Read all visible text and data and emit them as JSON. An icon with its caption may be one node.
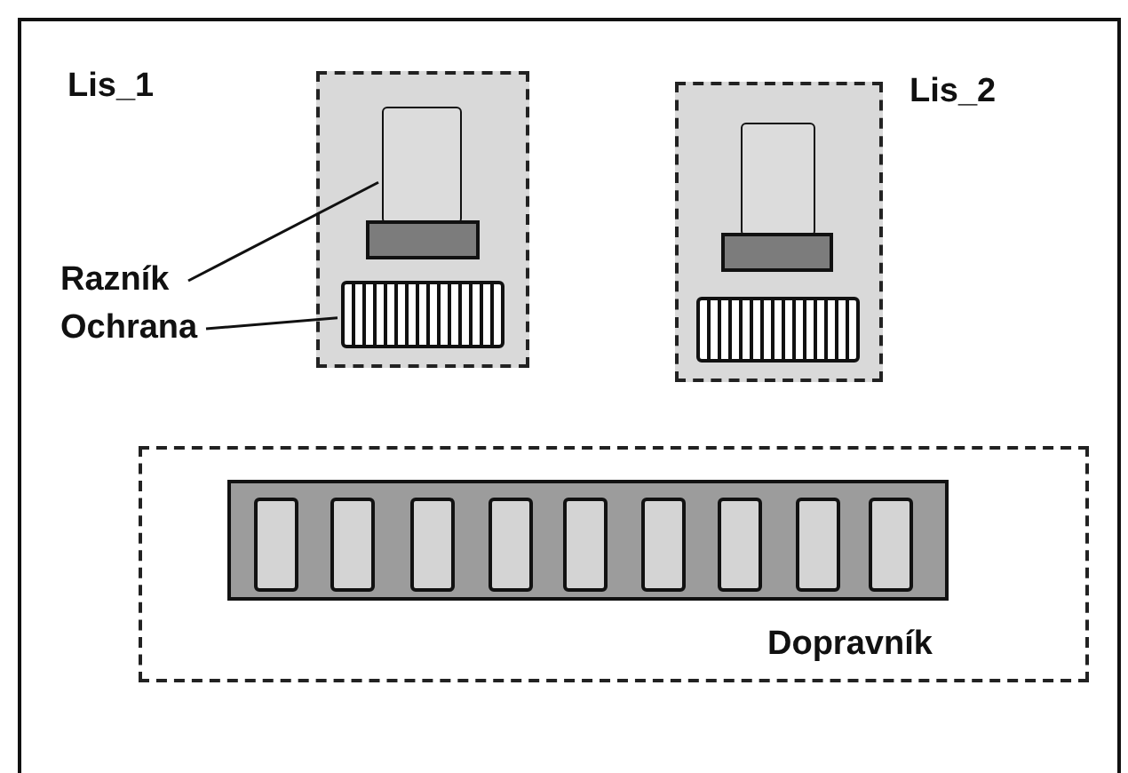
{
  "diagram": {
    "nodes": [
      {
        "text": [
          "Lis_1"
        ]
      },
      {
        "text": [],
        "shape": "box",
        "in": 0
      },
      {
        "text": [],
        "shape": "bar",
        "in": 0
      },
      {
        "text": [],
        "shape": "box",
        "in": 0
      },
      {
        "text": [
          "Razník"
        ]
      },
      {
        "text": [
          "Ochrana"
        ]
      },
      {
        "text": [
          "Lis_2"
        ]
      },
      {
        "text": [],
        "shape": "box",
        "in": 6
      },
      {
        "text": [],
        "shape": "bar",
        "in": 6
      },
      {
        "text": [],
        "shape": "box",
        "in": 6
      },
      {
        "text": [
          "Dopravník"
        ]
      },
      {
        "text": [],
        "shape": "bar",
        "in": 10
      },
      {
        "text": [],
        "shape": "box",
        "in": 11
      },
      {
        "text": [],
        "shape": "box",
        "in": 11
      },
      {
        "text": [],
        "shape": "box",
        "in": 11
      },
      {
        "text": [],
        "shape": "box",
        "in": 11
      },
      {
        "text": [],
        "shape": "box",
        "in": 11
      },
      {
        "text": [],
        "shape": "box",
        "in": 11
      },
      {
        "text": [],
        "shape": "box",
        "in": 11
      },
      {
        "text": [],
        "shape": "box",
        "in": 11
      },
      {
        "text": [],
        "shape": "box",
        "in": 11
      }
    ],
    "edges": [
      {
        "from": 4,
        "to": 1,
        "arrow": "none"
      },
      {
        "from": 5,
        "to": 3,
        "arrow": "none"
      }
    ]
  }
}
